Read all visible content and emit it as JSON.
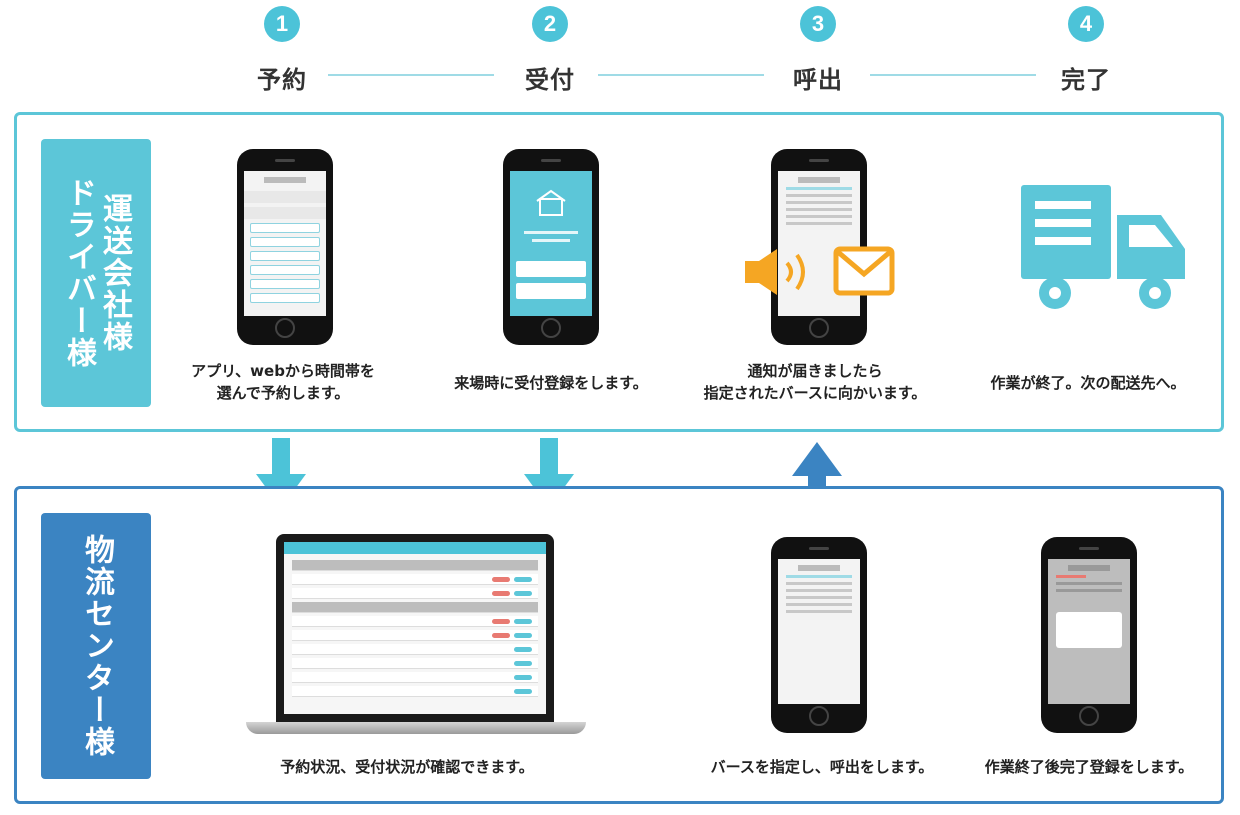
{
  "steps": [
    {
      "num": "1",
      "label": "予約"
    },
    {
      "num": "2",
      "label": "受付"
    },
    {
      "num": "3",
      "label": "呼出"
    },
    {
      "num": "4",
      "label": "完了"
    }
  ],
  "driver": {
    "label": "ドライバー様 運送会社様",
    "label_col1": "ドライバー様",
    "label_col2": "運送会社様",
    "captions": [
      {
        "line1": "アプリ、webから時間帯を",
        "line2": "選んで予約します。"
      },
      {
        "line1": "来場時に受付登録をします。",
        "line2": ""
      },
      {
        "line1": "通知が届きましたら",
        "line2": "指定されたバースに向かいます。"
      },
      {
        "line1": "作業が終了。次の配送先へ。",
        "line2": ""
      }
    ]
  },
  "center": {
    "label": "物流センター様",
    "captions": [
      {
        "line1": "予約状況、受付状況が確認できます。"
      },
      {
        "line1": "バースを指定し、呼出をします。"
      },
      {
        "line1": "作業終了後完了登録をします。"
      }
    ]
  },
  "colors": {
    "accent": "#4cc3d8",
    "center": "#3b84c2",
    "notify": "#f5a623"
  },
  "icons": [
    "speaker-icon",
    "envelope-icon",
    "truck-icon",
    "down-arrow-icon",
    "up-arrow-icon"
  ]
}
